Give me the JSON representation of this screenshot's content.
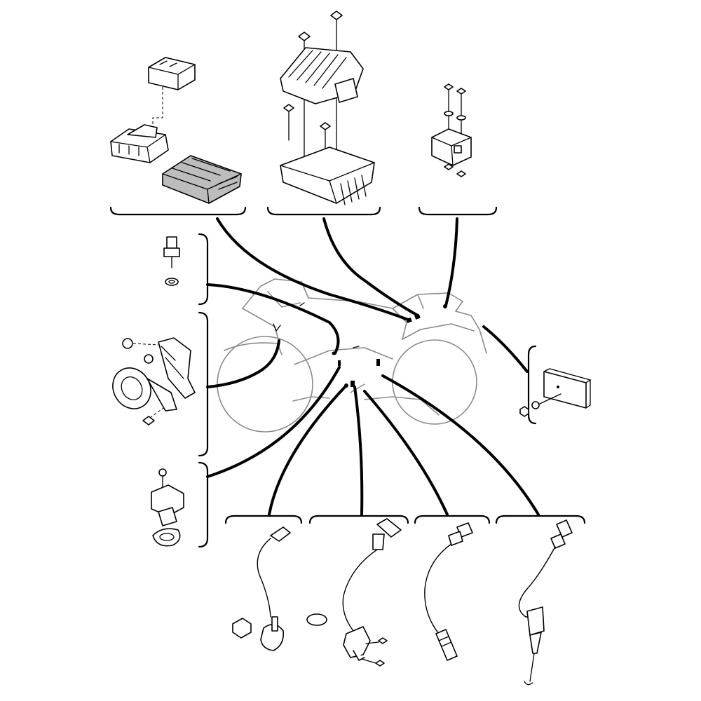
{
  "diagram": {
    "kind": "exploded-parts-diagram",
    "subject": "motorcycle",
    "colors": {
      "line": "#000000",
      "ghost_outline": "#8a8a8a",
      "shaded_part": "#bdbdbd",
      "background": "#ffffff"
    },
    "callout_groups": [
      {
        "id": "top-left",
        "part_count": 2
      },
      {
        "id": "top-center",
        "part_count": 1
      },
      {
        "id": "top-right",
        "part_count": 1
      },
      {
        "id": "left-upper",
        "part_count": 1
      },
      {
        "id": "left-middle",
        "part_count": 1
      },
      {
        "id": "left-lower",
        "part_count": 1
      },
      {
        "id": "right",
        "part_count": 1
      },
      {
        "id": "bottom-1",
        "part_count": 1
      },
      {
        "id": "bottom-2",
        "part_count": 1
      },
      {
        "id": "bottom-3",
        "part_count": 1
      },
      {
        "id": "bottom-4",
        "part_count": 1
      }
    ]
  }
}
